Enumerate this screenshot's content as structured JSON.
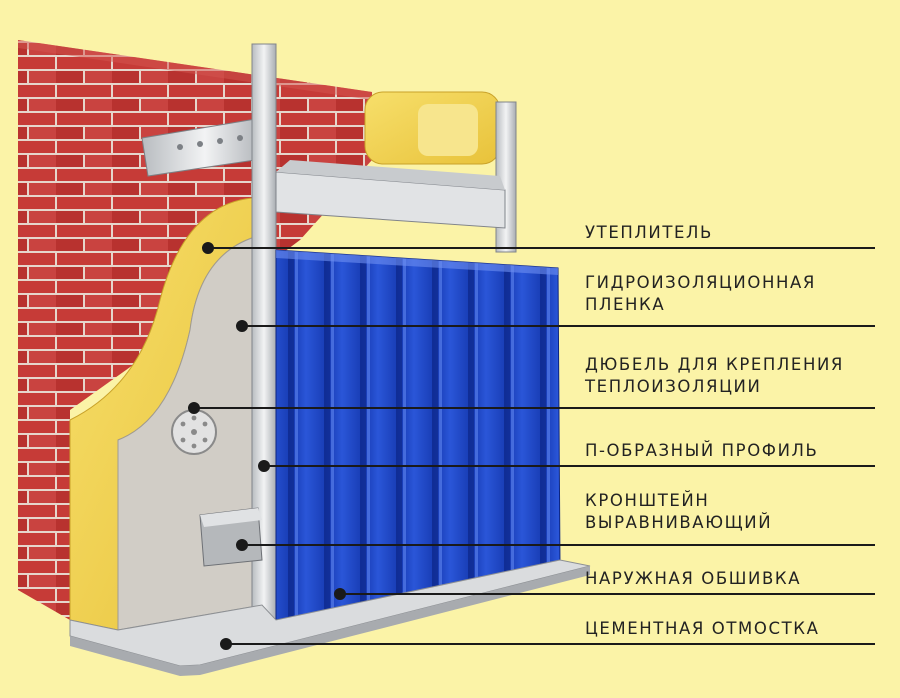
{
  "labels": [
    {
      "text": "Утеплитель"
    },
    {
      "text": "Гидроизоляционная\nпленка"
    },
    {
      "text": "Дюбель для крепления\nтеплоизоляции"
    },
    {
      "text": "П-образный профиль"
    },
    {
      "text": "Кронштейн\nвыравнивающий"
    },
    {
      "text": "Наружная обшивка"
    },
    {
      "text": "Цементная отмостка"
    }
  ],
  "colors": {
    "background": "#fbf3a7",
    "brick": "#c23a36",
    "mortar": "#e8d8d0",
    "insulation": "#f2d355",
    "membrane": "#cfcbc4",
    "cladding": "#1d45c8",
    "metal": "#d9dcdf",
    "leader_line": "#1a1a1a"
  }
}
